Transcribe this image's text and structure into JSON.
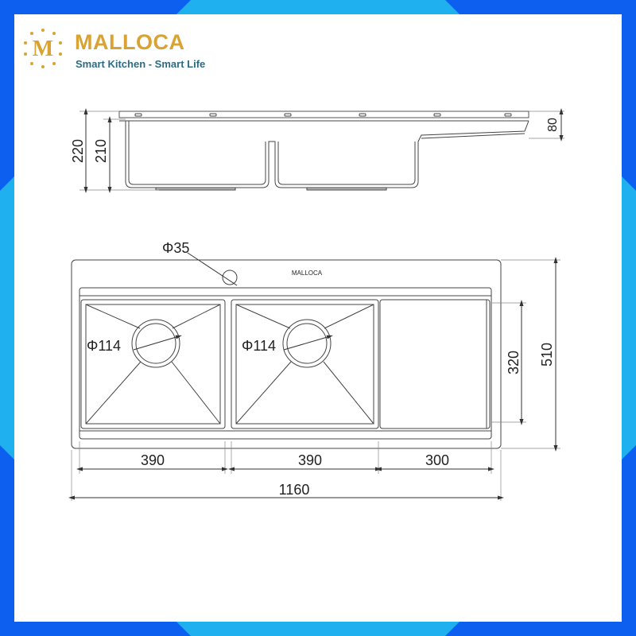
{
  "brand": {
    "logo_letter": "M",
    "name": "MALLOCA",
    "tagline": "Smart Kitchen - Smart Life",
    "gold": "#d9a334",
    "teal": "#2d6b84"
  },
  "frame_colors": {
    "background": "#1a8fe6",
    "accent": "#0d5ff0",
    "corner": "#29c4ef"
  },
  "side_view": {
    "heights": {
      "overall": "220",
      "bowl": "210",
      "drainboard": "80"
    }
  },
  "top_view": {
    "sink_label": "MALLOCA",
    "tap_hole": "Φ35",
    "drain_left": "Φ114",
    "drain_right": "Φ114",
    "drainboard_depth": "320",
    "overall_depth": "510",
    "bowl_left_width": "390",
    "bowl_right_width": "390",
    "drainboard_width": "300",
    "overall_width": "1160"
  }
}
